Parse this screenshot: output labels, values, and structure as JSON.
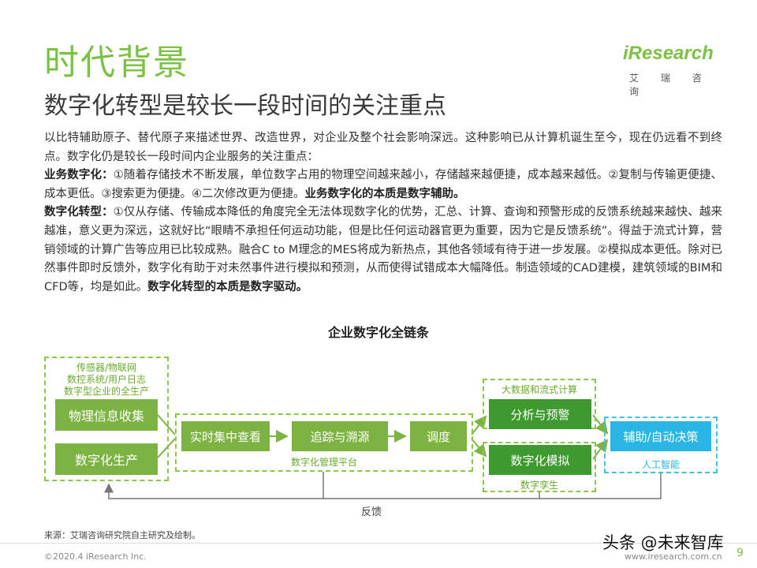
{
  "header": {
    "title": "时代背景",
    "subtitle": "数字化转型是较长一段时间的关注重点"
  },
  "logo": {
    "word": "iResearch",
    "cn": "艾 瑞 咨 询"
  },
  "body": {
    "intro": "以比特辅助原子、替代原子来描述世界、改造世界，对企业及整个社会影响深远。这种影响已从计算机诞生至今，现在仍远看不到终点。数字化仍是较长一段时间内企业服务的关注重点：",
    "biz_label": "业务数字化：",
    "biz_text": "①随着存储技术不断发展，单位数字占用的物理空间越来越小，存储越来越便捷，成本越来越低。②复制与传输更便捷、成本更低。③搜索更为便捷。④二次修改更为便捷。",
    "biz_essence": "业务数字化的本质是数字辅助。",
    "trans_label": "数字化转型：",
    "trans_text": "①仅从存储、传输成本降低的角度完全无法体现数字化的优势，汇总、计算、查询和预警形成的反馈系统越来越快、越来越准，意义更为深远，这就好比“眼睛不承担任何运动功能，但是比任何运动器官更为重要，因为它是反馈系统”。得益于流式计算，营销领域的计算广告等应用已比较成熟。融合C to M理念的MES将成为新热点，其他各领域有待于进一步发展。②模拟成本更低。除对已然事件即时反馈外，数字化有助于对未然事件进行模拟和预测，从而使得试错成本大幅降低。制造领域的CAD建模，建筑领域的BIM和CFD等，均是如此。",
    "trans_essence": "数字化转型的本质是数字驱动。"
  },
  "diagram": {
    "title": "企业数字化全链条",
    "source_labels": [
      "传感器/物联网",
      "数控系统/用户日志",
      "数字型企业的全生产"
    ],
    "collect": "物理信息收集",
    "produce": "数字化生产",
    "realtime": "实时集中查看",
    "trace": "追踪与溯源",
    "dispatch": "调度",
    "platform": "数字化管理平台",
    "bigdata": "大数据和流式计算",
    "analysis": "分析与预警",
    "simulation": "数字化模拟",
    "twin": "数字孪生",
    "decision": "辅助/自动决策",
    "ai": "人工智能",
    "feedback": "反馈"
  },
  "footer": {
    "source": "来源：艾瑞咨询研究院自主研究及绘制。",
    "copyright": "©2020.4 iResearch Inc.",
    "site": "www.iresearch.com.cn",
    "page": "9",
    "watermark": "头条 @未来智库"
  },
  "colors": {
    "accent_green": "#7cc242",
    "box_green": "#7cb342",
    "dark_green": "#3e9a2e",
    "blue": "#29b6e4"
  }
}
